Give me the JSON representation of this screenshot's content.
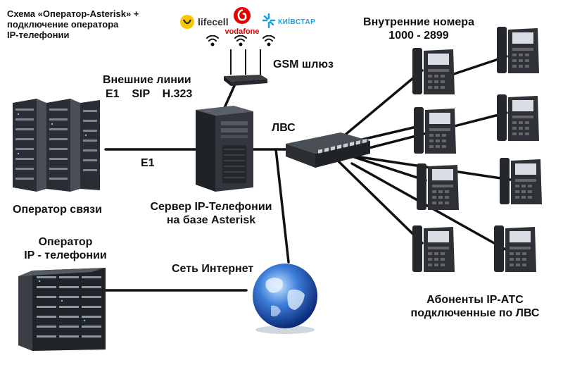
{
  "title": {
    "line1": "Схема «Оператор-Asterisk» +",
    "line2": "подключение оператора",
    "line3": "IP-телефонии"
  },
  "logos": {
    "lifecell": "lifecell",
    "vodafone": "vodafone",
    "kyivstar": "КИЇВСТАР"
  },
  "labels": {
    "gsm_gateway": "GSM шлюз",
    "external_lines_title": "Внешние линии",
    "external_lines_types": "E1    SIP    H.323",
    "e1_link": "E1",
    "lan": "ЛВС",
    "operator_telecom": "Оператор связи",
    "server_line1": "Сервер IP-Телефонии",
    "server_line2": "на базе Asterisk",
    "ip_operator_line1": "Оператор",
    "ip_operator_line2": "IP - телефонии",
    "internet": "Сеть Интернет",
    "internal_numbers_line1": "Внутренние номера",
    "internal_numbers_line2": "1000 - 2899",
    "subscribers_line1": "Абоненты IP-АТС",
    "subscribers_line2": "подключенные по ЛВС"
  },
  "colors": {
    "line": "#111111",
    "lifecell_yellow": "#f7c600",
    "vodafone_red": "#e60000",
    "kyivstar_blue": "#17a0e0",
    "server_dark": "#2a2d33"
  },
  "icons": [
    "server-rack-icon",
    "tower-server-icon",
    "network-switch-icon",
    "gsm-gateway-icon",
    "ip-phone-icon",
    "globe-icon",
    "wifi-signal-icon"
  ]
}
